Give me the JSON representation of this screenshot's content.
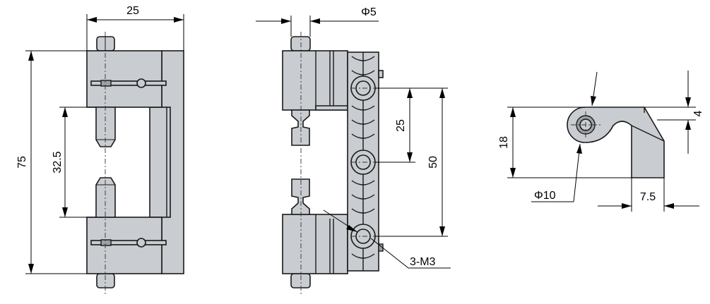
{
  "front": {
    "width": "25",
    "height": "75",
    "gap": "32.5"
  },
  "side": {
    "pin_diameter": "Φ5",
    "pitch": "25",
    "span": "50",
    "threads": "3-M3"
  },
  "top": {
    "height": "18",
    "offset": "4",
    "bore": "Φ10",
    "width": "7.5"
  }
}
